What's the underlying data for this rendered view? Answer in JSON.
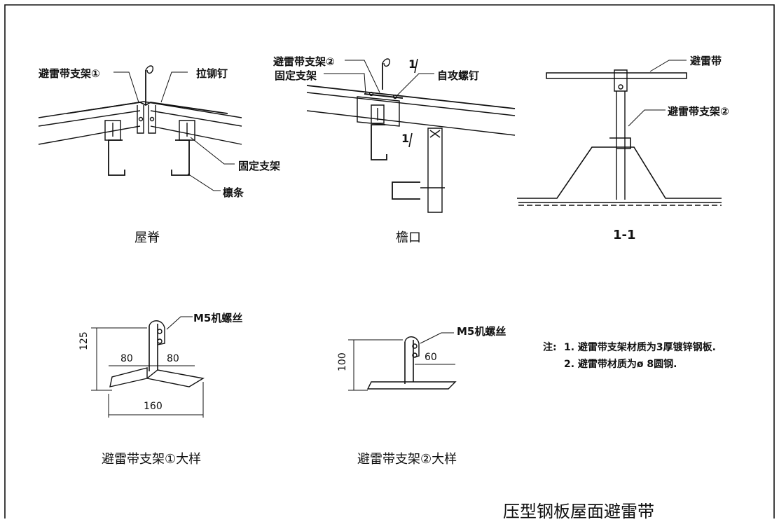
{
  "labels": {
    "ridge": {
      "bracket1": "避雷带支架①",
      "rivet": "拉铆钉",
      "fixed_bracket": "固定支架",
      "purlin": "檩条"
    },
    "eave": {
      "bracket2": "避雷带支架②",
      "fixed_bracket": "固定支架",
      "screw": "自攻螺钉",
      "section_mark_top": "1",
      "section_mark_bottom": "1"
    },
    "section": {
      "strip": "避雷带",
      "bracket2": "避雷带支架②"
    }
  },
  "captions": {
    "ridge": "屋脊",
    "eave": "檐口",
    "section": "1-1",
    "detail1": "避雷带支架①大样",
    "detail2": "避雷带支架②大样"
  },
  "detail1": {
    "bolt": "M5机螺丝",
    "height": "125",
    "left": "80",
    "right": "80",
    "total": "160"
  },
  "detail2": {
    "bolt": "M5机螺丝",
    "height": "100",
    "width": "60"
  },
  "notes": {
    "prefix": "注:",
    "line1": "1. 避雷带支架材质为3厚镀锌钢板.",
    "line2": "2. 避雷带材质为ø 8圆钢."
  },
  "title": "压型钢板屋面避雷带"
}
